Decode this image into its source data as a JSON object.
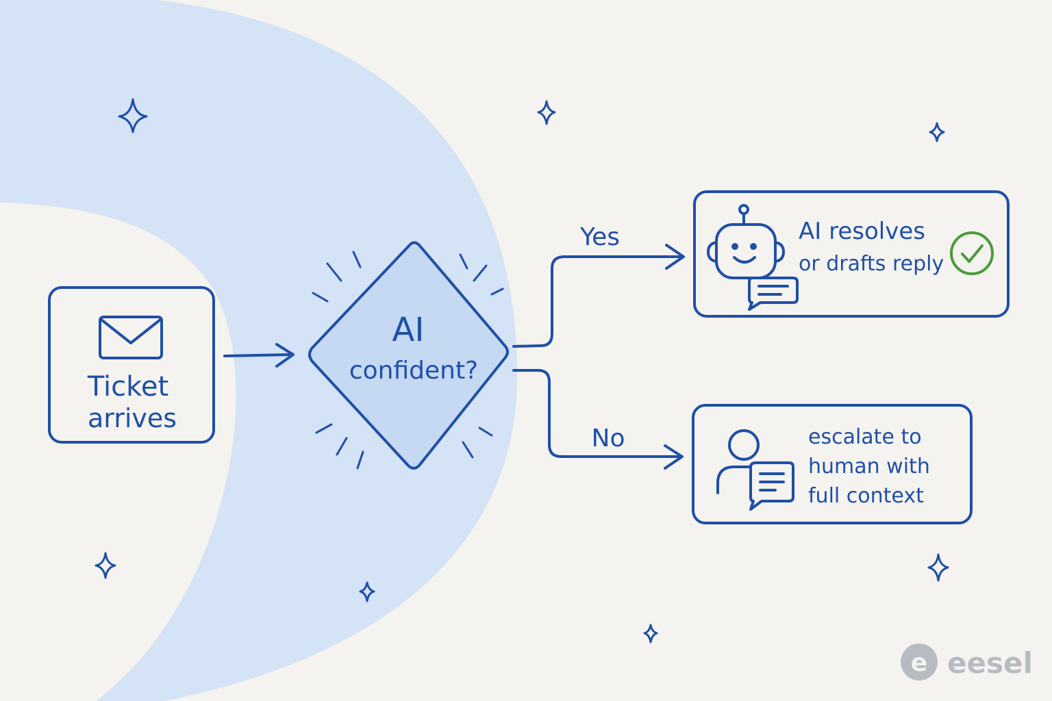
{
  "colors": {
    "background": "#f5f3ef",
    "blob": "#d4e3f5",
    "ink": "#1f4fa6",
    "diamond_fill": "#c5d9f3",
    "check_green": "#4a9a3a",
    "logo_gray": "#b7bcc3"
  },
  "nodes": {
    "start": {
      "line1": "Ticket",
      "line2": "arrives",
      "icon": "envelope-icon"
    },
    "decision": {
      "line1": "AI",
      "line2": "confident?"
    },
    "yes_outcome": {
      "line1": "AI resolves",
      "line2": "or drafts reply",
      "icon": "robot-chat-icon",
      "status_icon": "check-circle-icon"
    },
    "no_outcome": {
      "line1": "escalate to",
      "line2": "human with",
      "line3": "full context",
      "icon": "person-chat-icon"
    }
  },
  "edges": {
    "yes_label": "Yes",
    "no_label": "No"
  },
  "logo": {
    "text": "eesel"
  }
}
